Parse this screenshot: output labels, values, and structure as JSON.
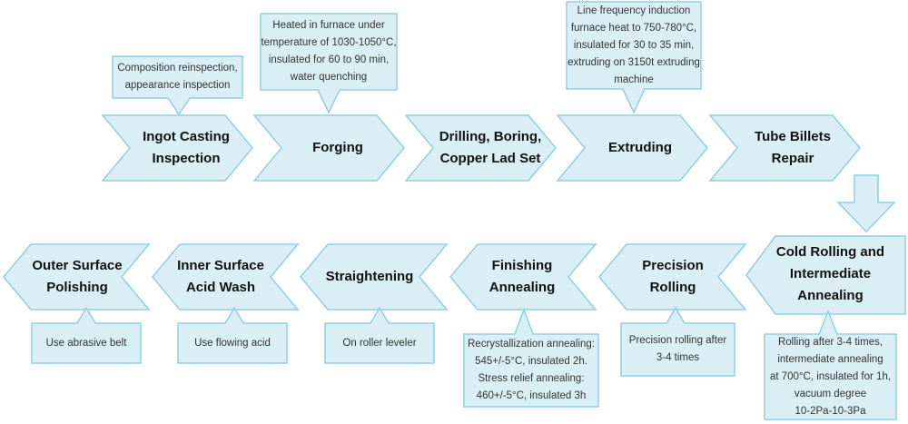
{
  "colors": {
    "fill": "#daeef5",
    "stroke": "#8fd0e4",
    "text": "#111111",
    "note_text": "#333333"
  },
  "steps": [
    {
      "id": "ingot",
      "label": "Ingot Casting\nInspection"
    },
    {
      "id": "forging",
      "label": "Forging"
    },
    {
      "id": "drilling",
      "label": "Drilling, Boring,\nCopper Lad Set"
    },
    {
      "id": "extruding",
      "label": "Extruding"
    },
    {
      "id": "billets",
      "label": "Tube Billets\nRepair"
    },
    {
      "id": "cold-rolling",
      "label": "Cold Rolling and\nIntermediate\nAnnealing"
    },
    {
      "id": "precision",
      "label": "Precision\nRolling"
    },
    {
      "id": "finishing",
      "label": "Finishing\nAnnealing"
    },
    {
      "id": "straightening",
      "label": "Straightening"
    },
    {
      "id": "acid-wash",
      "label": "Inner Surface\nAcid Wash"
    },
    {
      "id": "polishing",
      "label": "Outer Surface\nPolishing"
    }
  ],
  "notes": [
    {
      "id": "ingot",
      "text": "Composition reinspection,\nappearance inspection"
    },
    {
      "id": "forging",
      "text": "Heated in furnace under\ntemperature of 1030-1050°C,\ninsulated for 60 to 90 min,\nwater quenching"
    },
    {
      "id": "extruding",
      "text": "Line frequency induction\nfurnace heat to 750-780°C,\ninsulated for 30 to 35 min,\nextruding on 3150t extruding\nmachine"
    },
    {
      "id": "cold-rolling",
      "text": "Rolling after 3-4 times,\nintermediate annealing\nat 700°C, insulated for 1h,\nvacuum degree\n10-2Pa-10-3Pa"
    },
    {
      "id": "precision",
      "text": "Precision rolling after\n3-4 times"
    },
    {
      "id": "finishing",
      "text": "Recrystallization annealing:\n545+/-5°C, insulated 2h.\nStress relief annealing:\n460+/-5°C, insulated 3h"
    },
    {
      "id": "straightening",
      "text": "On roller leveler"
    },
    {
      "id": "acid-wash",
      "text": "Use flowing acid"
    },
    {
      "id": "polishing",
      "text": "Use abrasive belt"
    }
  ]
}
